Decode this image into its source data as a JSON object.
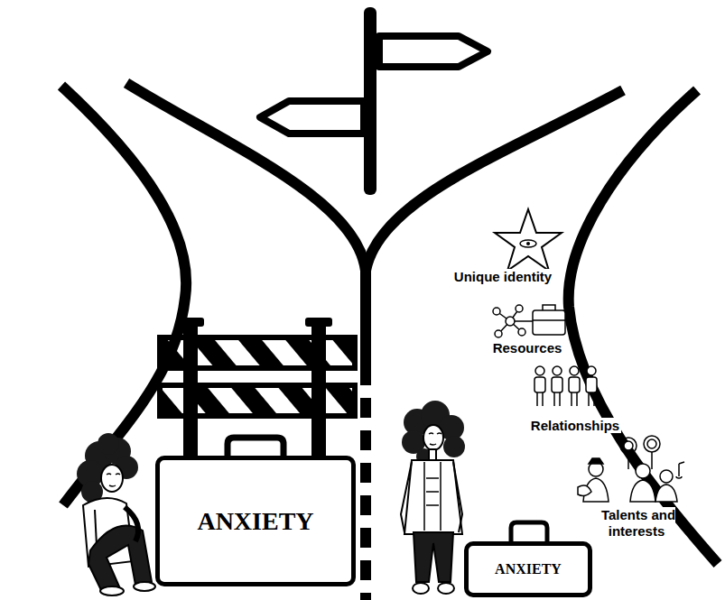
{
  "diagram": {
    "nodes": [
      {
        "text": [
          "ANXIETY"
        ]
      },
      {
        "text": [
          "ANXIETY"
        ]
      }
    ],
    "labels": [
      "Unique identity",
      "Resources",
      "Relationships",
      "Talents and interests"
    ]
  }
}
